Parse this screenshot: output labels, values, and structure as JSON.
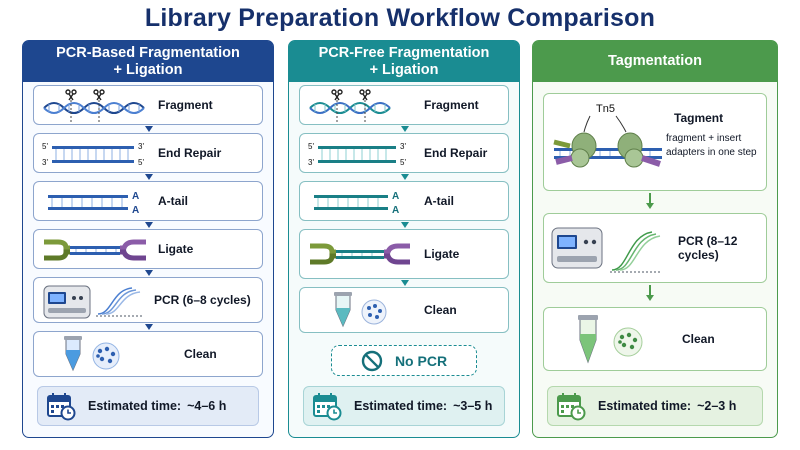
{
  "title": "Library Preparation Workflow Comparison",
  "columns": [
    {
      "header": "PCR-Based Fragmentation\n+ Ligation",
      "steps": [
        "Fragment",
        "End Repair",
        "A-tail",
        "Ligate",
        "PCR (6–8 cycles)",
        "Clean"
      ],
      "time_label": "Estimated time:",
      "time_value": "~4–6 h"
    },
    {
      "header": "PCR-Free Fragmentation\n+ Ligation",
      "steps": [
        "Fragment",
        "End Repair",
        "A-tail",
        "Ligate",
        "Clean"
      ],
      "no_pcr": "No PCR",
      "time_label": "Estimated time:",
      "time_value": "~3–5 h"
    },
    {
      "header": "Tagmentation",
      "steps": [
        "Tagment",
        "PCR (8–12 cycles)",
        "Clean"
      ],
      "tagment_note": "fragment + insert\nadapters in one step",
      "enzyme": "Tn5",
      "time_label": "Estimated time:",
      "time_value": "~2–3 h"
    }
  ],
  "strand_labels": {
    "five": "5'",
    "three": "3'",
    "a": "A"
  },
  "icons": [
    "scissors-icon",
    "dna-icon",
    "thermocycler-icon",
    "tube-icon",
    "beads-icon",
    "calendar-clock-icon",
    "no-symbol-icon",
    "transposase-icon"
  ],
  "colors": {
    "navy": "#1e478f",
    "teal": "#1a8c92",
    "green": "#4c9a4c",
    "purple": "#8b5ca8"
  }
}
